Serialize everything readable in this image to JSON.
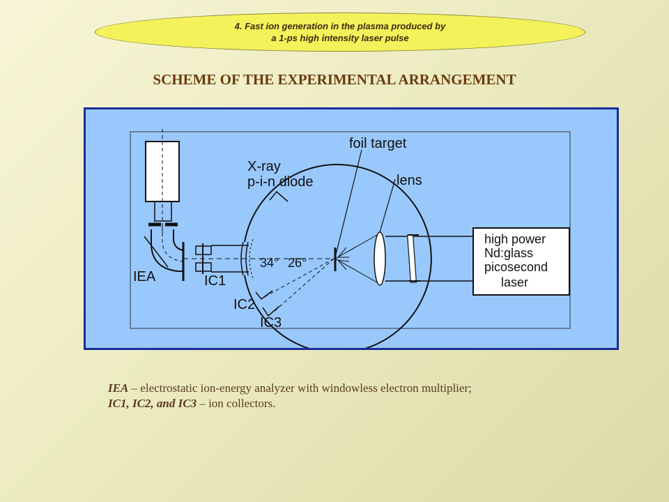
{
  "banner": {
    "line1": "4. Fast ion generation in the plasma produced by",
    "line2": "a 1-ps high intensity laser pulse"
  },
  "title": "SCHEME OF THE EXPERIMENTAL ARRANGEMENT",
  "diagram": {
    "foil_target": "foil target",
    "xray_line1": "X-ray",
    "xray_line2": "p-i-n diode",
    "lens": "lens",
    "laser_line1": "high power",
    "laser_line2": "Nd:glass",
    "laser_line3": "picosecond",
    "laser_line4": "laser",
    "iea": "IEA",
    "ic1": "IC1",
    "ic2": "IC2",
    "ic3": "IC3",
    "angle1": "34°",
    "angle2": "26°"
  },
  "caption": {
    "line1_key": "IEA",
    "line1_text": " – electrostatic ion-energy analyzer with windowless electron multiplier;",
    "line2_key": "IC1, IC2, and IC3",
    "line2_text": " – ion collectors."
  },
  "colors": {
    "panel_bg": "#99c8fc",
    "panel_border": "#1b2c9a",
    "banner_bg": "#f4f25a",
    "title": "#6b3a10"
  }
}
